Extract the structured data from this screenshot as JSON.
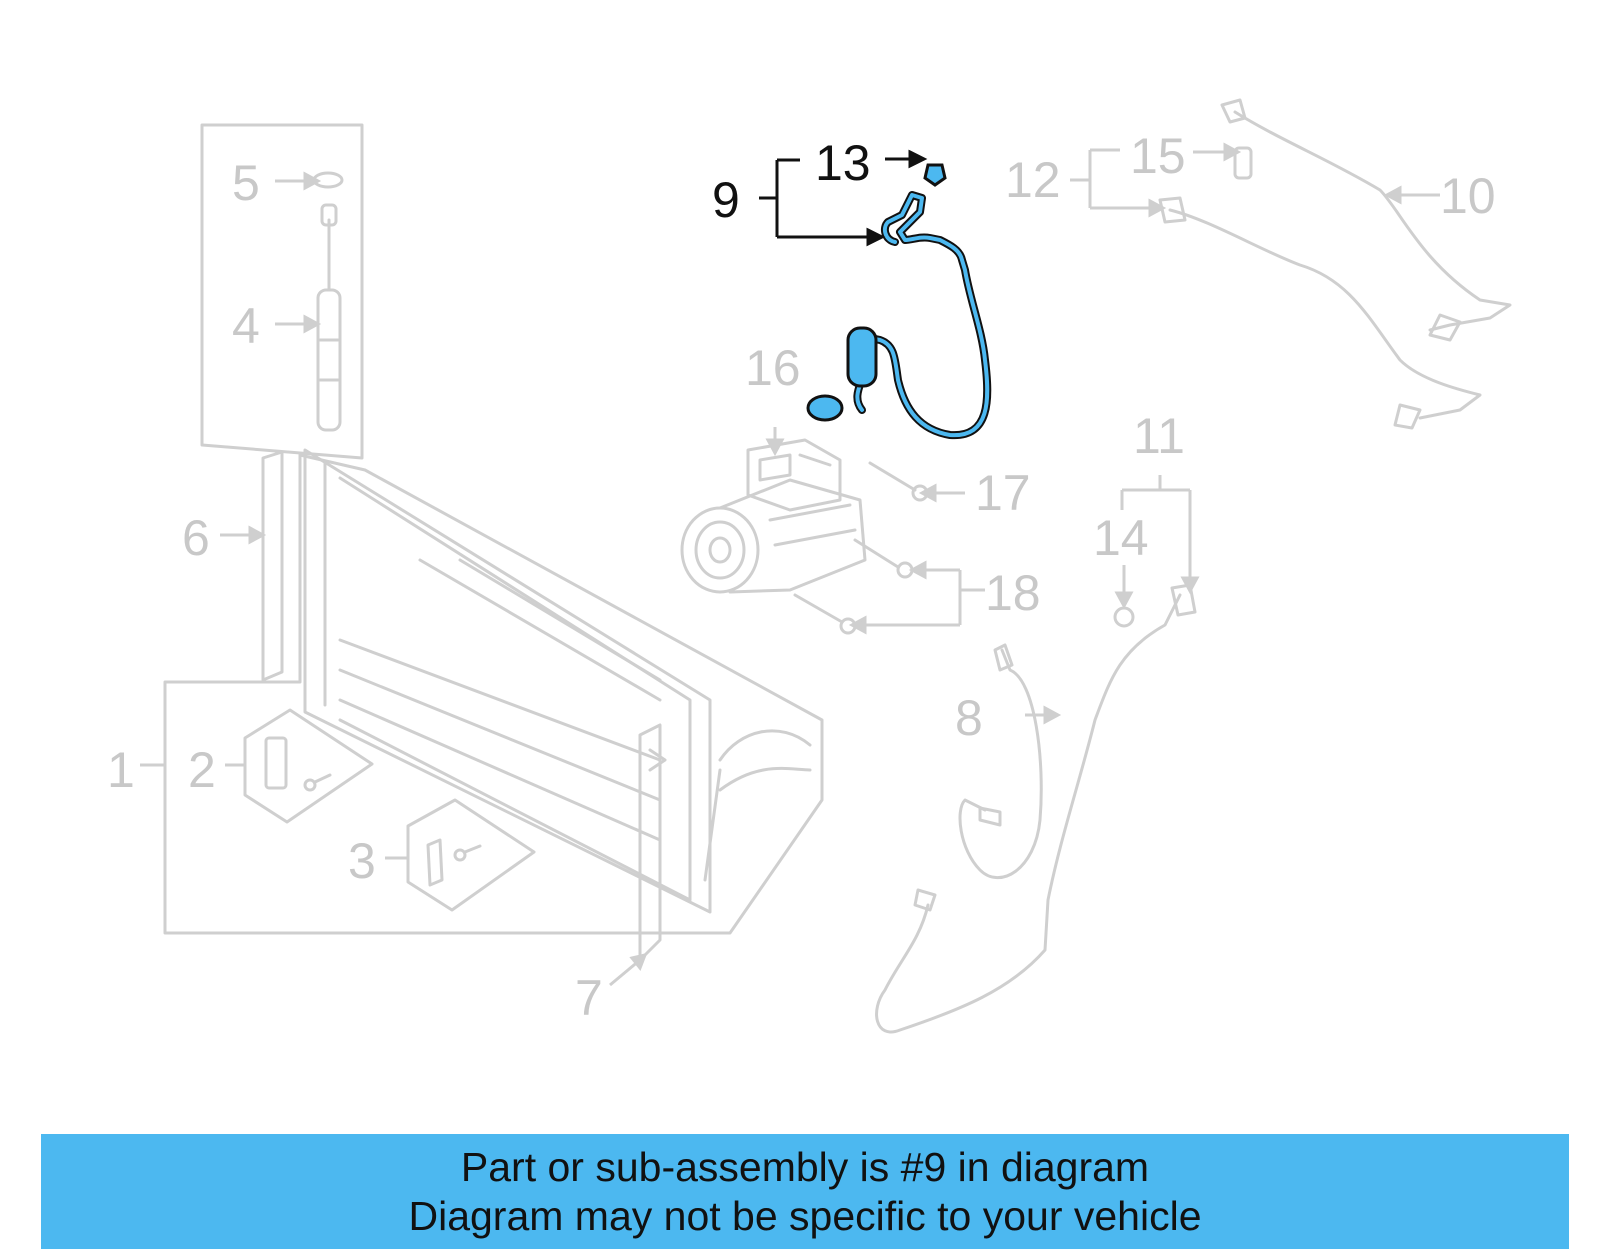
{
  "diagram": {
    "callouts": {
      "c1": "1",
      "c2": "2",
      "c3": "3",
      "c4": "4",
      "c5": "5",
      "c6": "6",
      "c7": "7",
      "c8": "8",
      "c9": "9",
      "c10": "10",
      "c11": "11",
      "c12": "12",
      "c13": "13",
      "c14": "14",
      "c15": "15",
      "c16": "16",
      "c17": "17",
      "c18": "18"
    },
    "highlighted_part": "9",
    "colors": {
      "highlight": "#4cb8f0",
      "ghost": "#cfcfcf",
      "label_active": "#111111"
    }
  },
  "banner": {
    "line1": "Part or sub-assembly is #9 in diagram",
    "line2": "Diagram may not be specific to your vehicle",
    "background": "#4cb8f0"
  }
}
